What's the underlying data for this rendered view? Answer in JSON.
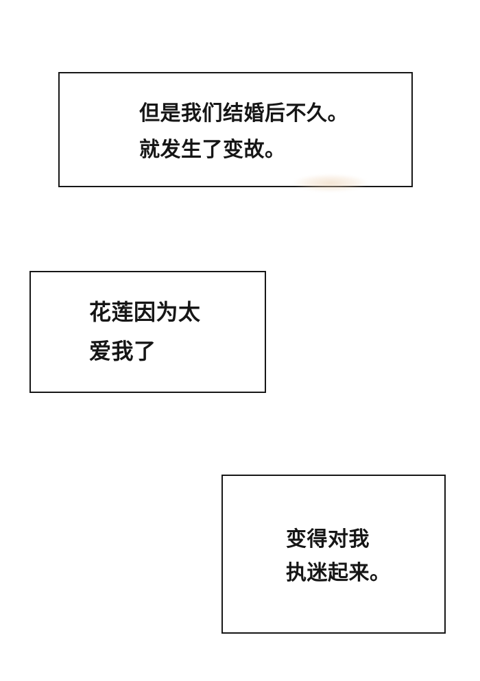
{
  "page": {
    "background_color": "#ffffff",
    "panel_border_color": "#161616",
    "text_color": "#161616",
    "smudge_color": "#eccfae"
  },
  "panels": [
    {
      "name": "narration-box-1",
      "lines": [
        "但是我们结婚后不久。",
        "就发生了变故。"
      ]
    },
    {
      "name": "narration-box-2",
      "lines": [
        "花莲因为太",
        "爱我了"
      ]
    },
    {
      "name": "narration-box-3",
      "lines": [
        "变得对我",
        "执迷起来。"
      ]
    }
  ]
}
